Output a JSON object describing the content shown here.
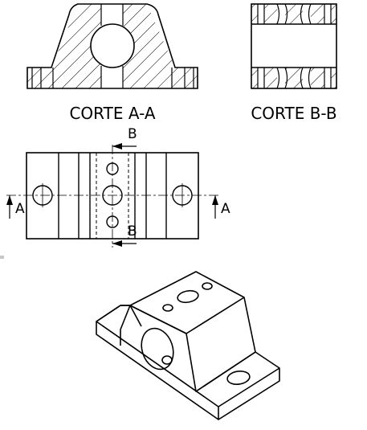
{
  "labels": {
    "section_a_caption": "CORTE A-A",
    "section_b_caption": "CORTE B-B",
    "cut_b_top": "B",
    "cut_b_bottom": "B",
    "cut_a_left": "A",
    "cut_a_right": "A"
  },
  "colors": {
    "line": "#000000",
    "background": "#ffffff",
    "marker": "#c8c8c8"
  }
}
